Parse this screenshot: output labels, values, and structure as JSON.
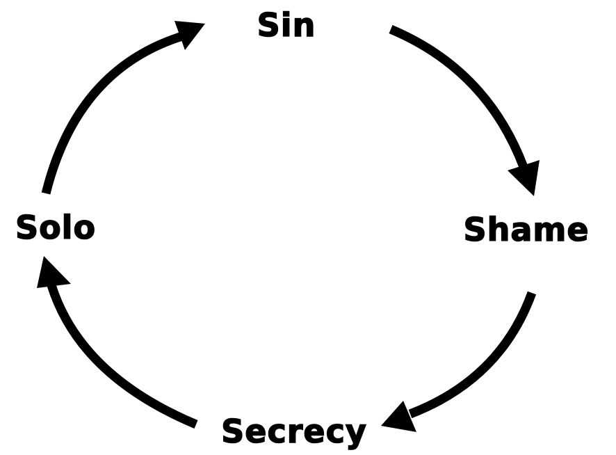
{
  "diagram": {
    "type": "cycle",
    "nodes": [
      {
        "id": "sin",
        "label": "Sin"
      },
      {
        "id": "shame",
        "label": "Shame"
      },
      {
        "id": "secrecy",
        "label": "Secrecy"
      },
      {
        "id": "solo",
        "label": "Solo"
      }
    ],
    "edges": [
      {
        "from": "sin",
        "to": "shame"
      },
      {
        "from": "shame",
        "to": "secrecy"
      },
      {
        "from": "secrecy",
        "to": "solo"
      },
      {
        "from": "solo",
        "to": "sin"
      }
    ],
    "colors": {
      "ink": "#000000",
      "background": "#ffffff"
    }
  }
}
